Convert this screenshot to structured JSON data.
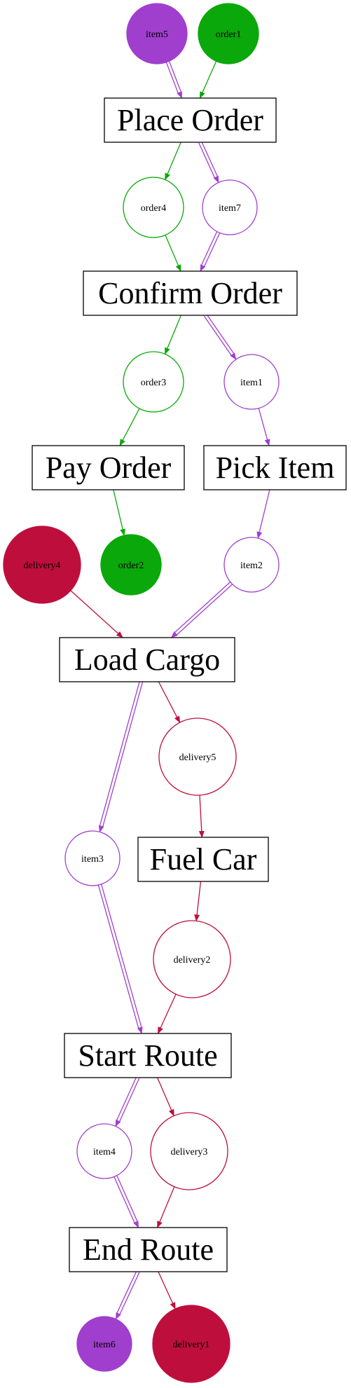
{
  "diagram": {
    "type": "object-centric-petri-net",
    "colors": {
      "item": "#a03fce",
      "order": "#0aa80a",
      "delivery": "#be0f3c"
    }
  },
  "activities": [
    {
      "id": "place-order",
      "label": "Place Order"
    },
    {
      "id": "confirm-order",
      "label": "Confirm Order"
    },
    {
      "id": "pay-order",
      "label": "Pay Order"
    },
    {
      "id": "pick-item",
      "label": "Pick Item"
    },
    {
      "id": "load-cargo",
      "label": "Load Cargo"
    },
    {
      "id": "fuel-car",
      "label": "Fuel Car"
    },
    {
      "id": "start-route",
      "label": "Start Route"
    },
    {
      "id": "end-route",
      "label": "End Route"
    }
  ],
  "places": [
    {
      "id": "item5",
      "label": "item5",
      "type": "item",
      "filled": true
    },
    {
      "id": "order1",
      "label": "order1",
      "type": "order",
      "filled": true
    },
    {
      "id": "order4",
      "label": "order4",
      "type": "order",
      "filled": false
    },
    {
      "id": "item7",
      "label": "item7",
      "type": "item",
      "filled": false
    },
    {
      "id": "order3",
      "label": "order3",
      "type": "order",
      "filled": false
    },
    {
      "id": "item1",
      "label": "item1",
      "type": "item",
      "filled": false
    },
    {
      "id": "delivery4",
      "label": "delivery4",
      "type": "delivery",
      "filled": true
    },
    {
      "id": "order2",
      "label": "order2",
      "type": "order",
      "filled": true
    },
    {
      "id": "item2",
      "label": "item2",
      "type": "item",
      "filled": false
    },
    {
      "id": "delivery5",
      "label": "delivery5",
      "type": "delivery",
      "filled": false
    },
    {
      "id": "item3",
      "label": "item3",
      "type": "item",
      "filled": false
    },
    {
      "id": "delivery2",
      "label": "delivery2",
      "type": "delivery",
      "filled": false
    },
    {
      "id": "item4",
      "label": "item4",
      "type": "item",
      "filled": false
    },
    {
      "id": "delivery3",
      "label": "delivery3",
      "type": "delivery",
      "filled": false
    },
    {
      "id": "item6",
      "label": "item6",
      "type": "item",
      "filled": true
    },
    {
      "id": "delivery1",
      "label": "delivery1",
      "type": "delivery",
      "filled": true
    }
  ],
  "arcs": [
    {
      "from": "item5",
      "to": "place-order",
      "type": "item",
      "double": true
    },
    {
      "from": "order1",
      "to": "place-order",
      "type": "order",
      "double": false
    },
    {
      "from": "place-order",
      "to": "order4",
      "type": "order",
      "double": false
    },
    {
      "from": "place-order",
      "to": "item7",
      "type": "item",
      "double": true
    },
    {
      "from": "order4",
      "to": "confirm-order",
      "type": "order",
      "double": false
    },
    {
      "from": "item7",
      "to": "confirm-order",
      "type": "item",
      "double": true
    },
    {
      "from": "confirm-order",
      "to": "order3",
      "type": "order",
      "double": false
    },
    {
      "from": "confirm-order",
      "to": "item1",
      "type": "item",
      "double": true
    },
    {
      "from": "order3",
      "to": "pay-order",
      "type": "order",
      "double": false
    },
    {
      "from": "item1",
      "to": "pick-item",
      "type": "item",
      "double": false
    },
    {
      "from": "pay-order",
      "to": "order2",
      "type": "order",
      "double": false
    },
    {
      "from": "pick-item",
      "to": "item2",
      "type": "item",
      "double": false
    },
    {
      "from": "delivery4",
      "to": "load-cargo",
      "type": "delivery",
      "double": false
    },
    {
      "from": "item2",
      "to": "load-cargo",
      "type": "item",
      "double": true
    },
    {
      "from": "load-cargo",
      "to": "item3",
      "type": "item",
      "double": true
    },
    {
      "from": "load-cargo",
      "to": "delivery5",
      "type": "delivery",
      "double": false
    },
    {
      "from": "delivery5",
      "to": "fuel-car",
      "type": "delivery",
      "double": false
    },
    {
      "from": "fuel-car",
      "to": "delivery2",
      "type": "delivery",
      "double": false
    },
    {
      "from": "item3",
      "to": "start-route",
      "type": "item",
      "double": true
    },
    {
      "from": "delivery2",
      "to": "start-route",
      "type": "delivery",
      "double": false
    },
    {
      "from": "start-route",
      "to": "item4",
      "type": "item",
      "double": true
    },
    {
      "from": "start-route",
      "to": "delivery3",
      "type": "delivery",
      "double": false
    },
    {
      "from": "item4",
      "to": "end-route",
      "type": "item",
      "double": true
    },
    {
      "from": "delivery3",
      "to": "end-route",
      "type": "delivery",
      "double": false
    },
    {
      "from": "end-route",
      "to": "item6",
      "type": "item",
      "double": true
    },
    {
      "from": "end-route",
      "to": "delivery1",
      "type": "delivery",
      "double": false
    }
  ]
}
